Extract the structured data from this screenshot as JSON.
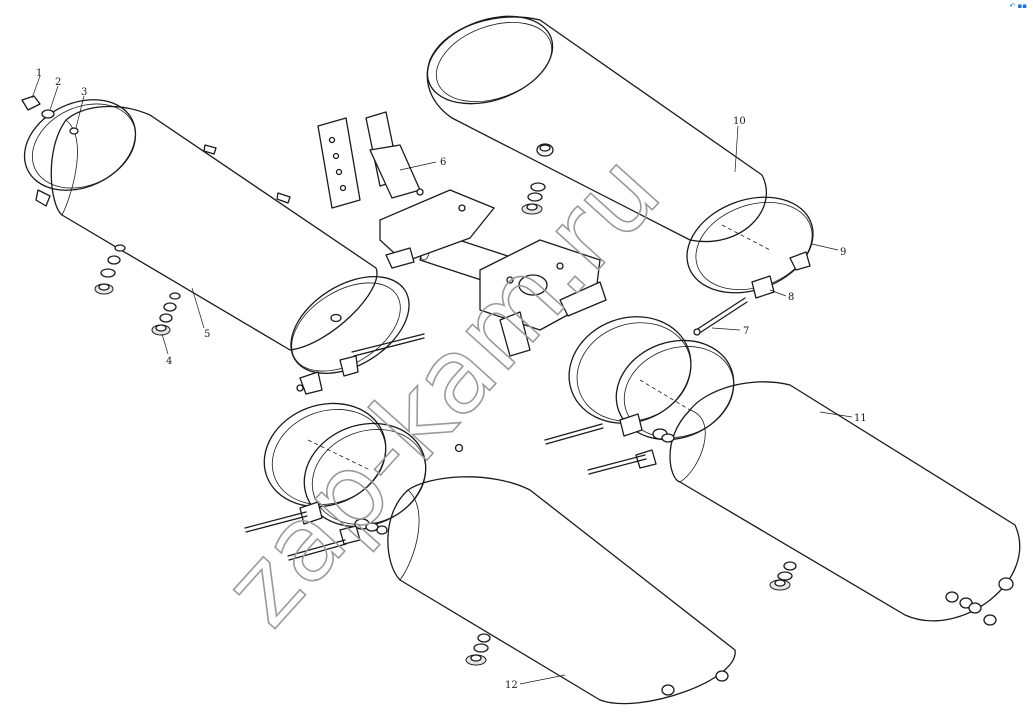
{
  "callouts": [
    {
      "id": "1",
      "text": "1"
    },
    {
      "id": "2",
      "text": "2"
    },
    {
      "id": "3",
      "text": "3"
    },
    {
      "id": "4",
      "text": "4"
    },
    {
      "id": "5",
      "text": "5"
    },
    {
      "id": "6",
      "text": "6"
    },
    {
      "id": "7",
      "text": "7"
    },
    {
      "id": "8",
      "text": "8"
    },
    {
      "id": "9",
      "text": "9"
    },
    {
      "id": "10",
      "text": "10"
    },
    {
      "id": "11",
      "text": "11"
    },
    {
      "id": "12",
      "text": "12"
    }
  ],
  "watermark": {
    "text": "zap-kam.ru"
  },
  "corner_mark": {
    "text": "↶ ▪▪"
  },
  "colors": {
    "line": "#1a1a1a",
    "watermark": "#9a9a9a",
    "corner": "#1a6fd1"
  }
}
